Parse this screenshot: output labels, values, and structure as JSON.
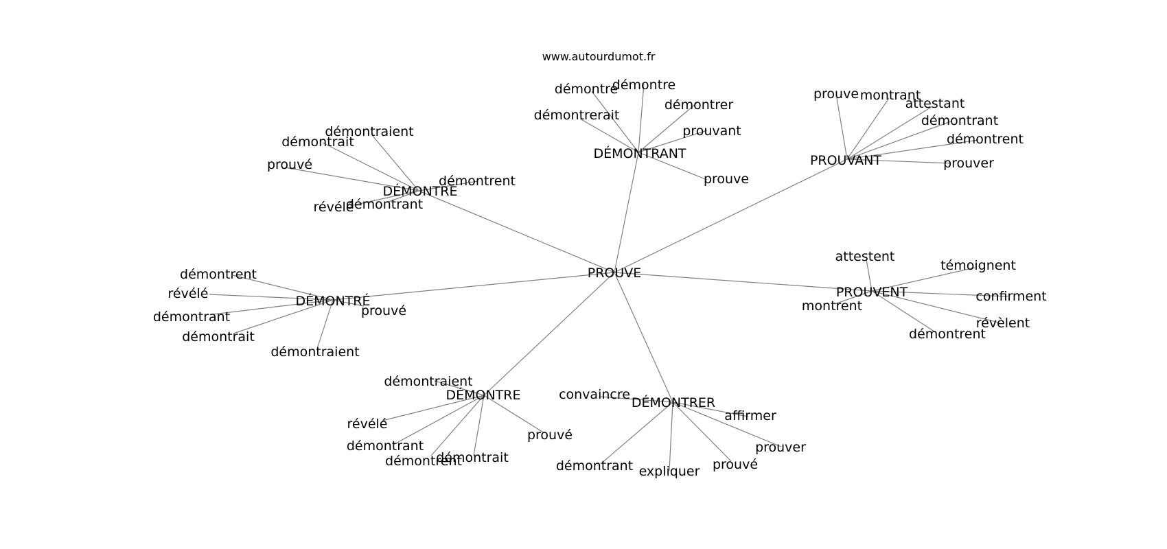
{
  "site": "www.autourdumot.fr",
  "center": "PROUVE",
  "hubs": [
    {
      "id": "demontrant_hub",
      "label": "DÉMONTRANT",
      "leaves": [
        "démontre",
        "démontre",
        "démontrer",
        "démontrerait",
        "prouvant",
        "prouve"
      ]
    },
    {
      "id": "prouvant_hub",
      "label": "PROUVANT",
      "leaves": [
        "prouve",
        "montrant",
        "attestant",
        "démontrant",
        "démontrent",
        "prouver"
      ]
    },
    {
      "id": "demontre_top_hub",
      "label": "DÉMONTRE",
      "leaves": [
        "démontraient",
        "démontrait",
        "prouvé",
        "démontrent",
        "démontrant",
        "révélé"
      ]
    },
    {
      "id": "prouvent_hub",
      "label": "PROUVENT",
      "leaves": [
        "attestent",
        "témoignent",
        "confirment",
        "montrent",
        "révèlent",
        "démontrent"
      ]
    },
    {
      "id": "demontre_accent_hub",
      "label": "DÉMONTRÉ",
      "leaves": [
        "démontrent",
        "révélé",
        "prouvé",
        "démontrant",
        "démontrait",
        "démontraient"
      ]
    },
    {
      "id": "demontre_bottom_hub",
      "label": "DÉMONTRE",
      "leaves": [
        "démontraient",
        "révélé",
        "prouvé",
        "démontrant",
        "démontrent",
        "démontrait"
      ]
    },
    {
      "id": "demontrer_hub",
      "label": "DÉMONTRER",
      "leaves": [
        "convaincre",
        "affirmer",
        "prouver",
        "démontrant",
        "expliquer",
        "prouvé"
      ]
    }
  ]
}
